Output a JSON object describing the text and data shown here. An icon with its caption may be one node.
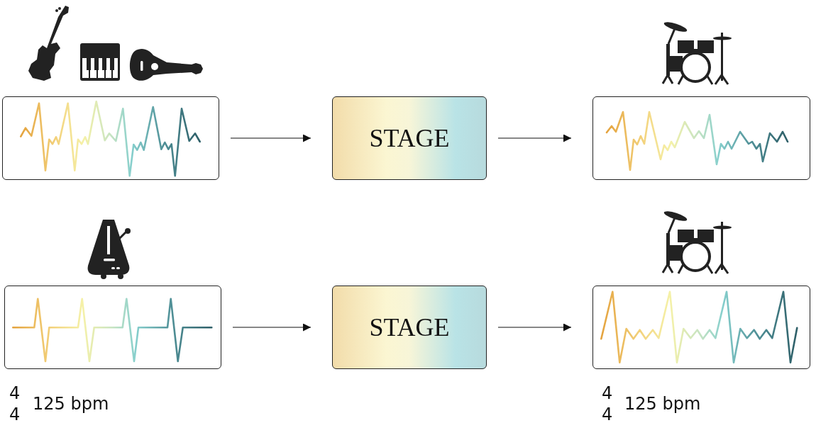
{
  "diagram": {
    "nodes": [
      {
        "text": [],
        "shape": "box"
      },
      {
        "text": [
          "STAGE"
        ]
      },
      {
        "text": [],
        "shape": "box"
      },
      {
        "text": [],
        "shape": "box"
      },
      {
        "text": [
          "STAGE"
        ]
      },
      {
        "text": [],
        "shape": "box"
      }
    ],
    "edges": [
      {
        "from": 0,
        "to": 1,
        "arrow": "to"
      },
      {
        "from": 1,
        "to": 2,
        "arrow": "to"
      },
      {
        "from": 3,
        "to": 4,
        "arrow": "to"
      },
      {
        "from": 4,
        "to": 5,
        "arrow": "to"
      }
    ],
    "labels": [
      "4",
      "4",
      "125 bpm",
      "4",
      "4",
      "125 bpm"
    ]
  }
}
